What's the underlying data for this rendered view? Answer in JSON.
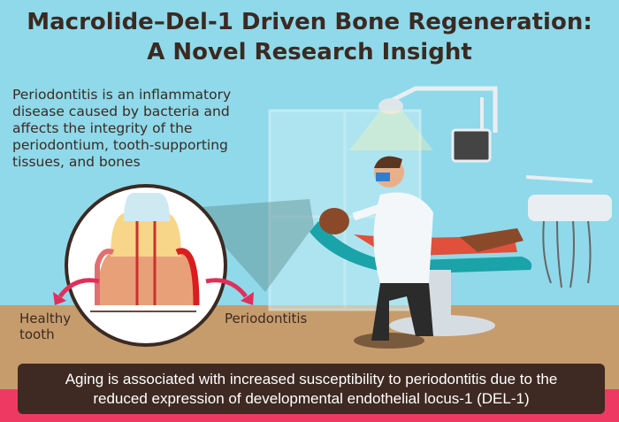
{
  "title": {
    "line1": "Macrolide–Del-1 Driven Bone Regeneration:",
    "line2": "A Novel Research Insight"
  },
  "intro_text": "Periodontitis is an inflammatory disease caused by bacteria and affects the integrity of the periodontium, tooth-supporting tissues, and bones",
  "labels": {
    "healthy": "Healthy tooth",
    "periodontitis": "Periodontitis"
  },
  "caption": "Aging is associated with increased susceptibility to periodontitis due to the reduced expression of developmental endothelial locus-1 (DEL-1)",
  "colors": {
    "sky": "#8fd9ea",
    "floor": "#c69c6d",
    "band": "#ee3a63",
    "caption_bg": "#3e2a22",
    "text": "#3b2a22",
    "arrow": "#e0305a"
  }
}
